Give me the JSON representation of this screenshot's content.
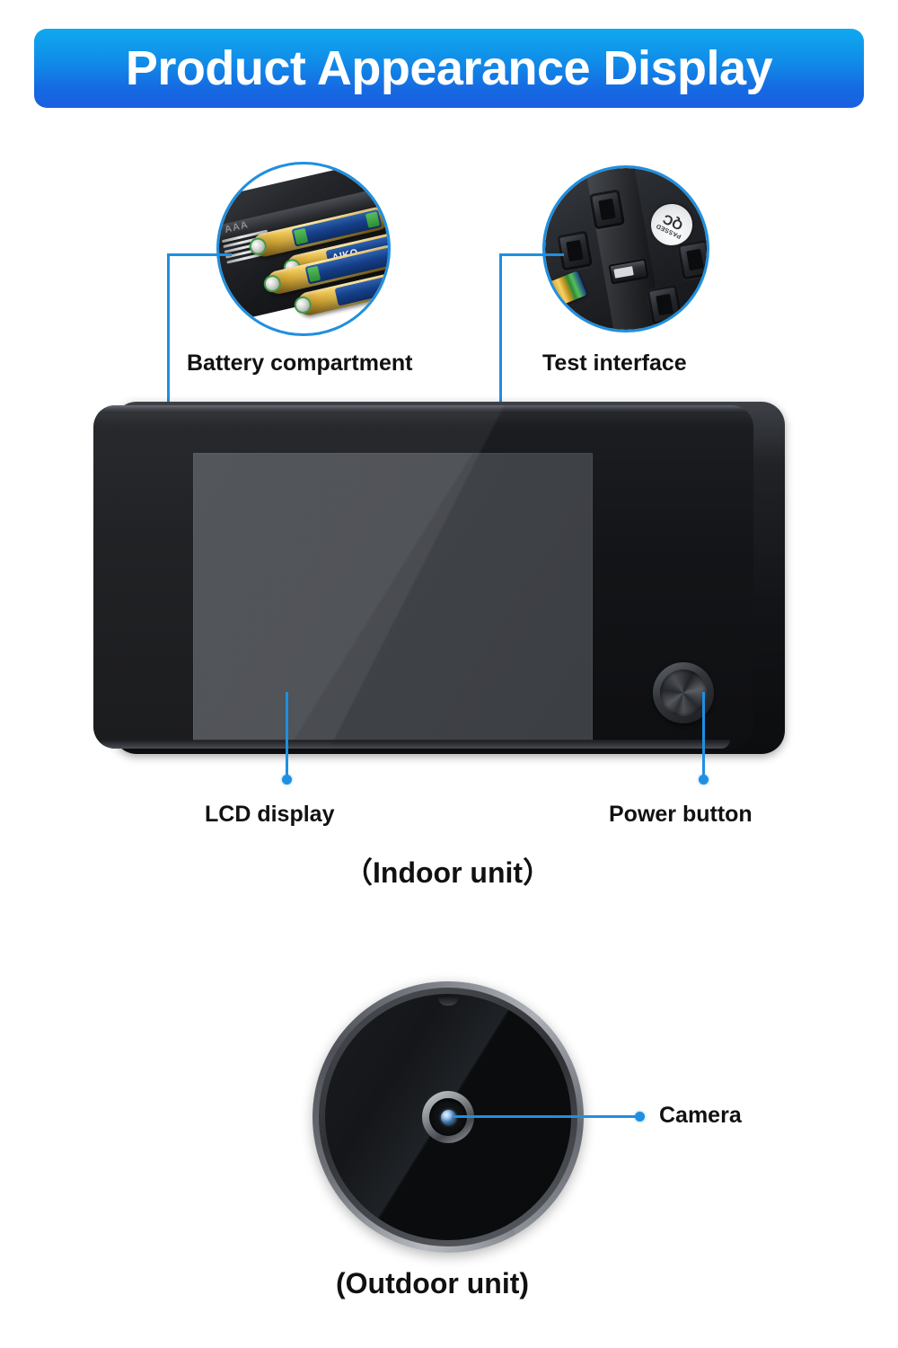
{
  "header": {
    "title": "Product Appearance Display",
    "gradient_top": "#0fa9f0",
    "gradient_bottom": "#1a5fe0",
    "text_color": "#ffffff"
  },
  "accent_color": "#1f8fe0",
  "callouts": {
    "battery_compartment": "Battery compartment",
    "test_interface": "Test interface",
    "lcd_display": "LCD display",
    "power_button": "Power button",
    "camera": "Camera"
  },
  "captions": {
    "indoor": "（Indoor unit）",
    "outdoor": "(Outdoor unit)"
  },
  "detail_circles": [
    {
      "name": "battery-compartment-detail",
      "label": "Battery compartment",
      "battery_brand": "AIKO",
      "battery_size_text": "AAA",
      "battery_count": 4,
      "body_color": "#17181b",
      "cell_color": "#e8b63a",
      "label_color": "#16408a"
    },
    {
      "name": "test-interface-detail",
      "label": "Test interface",
      "sticker_top_text": "PASSED",
      "sticker_main_text": "QC",
      "port_type": "USB",
      "body_color": "#1c1e22"
    }
  ],
  "indoor_unit": {
    "name": "indoor-monitor",
    "body_color": "#141518",
    "screen_color": "#474a4f",
    "button_color": "#34373b"
  },
  "outdoor_unit": {
    "name": "outdoor-camera",
    "ring_color": "#85898f",
    "face_color": "#141619",
    "lens_color": "#9dc7ee"
  }
}
